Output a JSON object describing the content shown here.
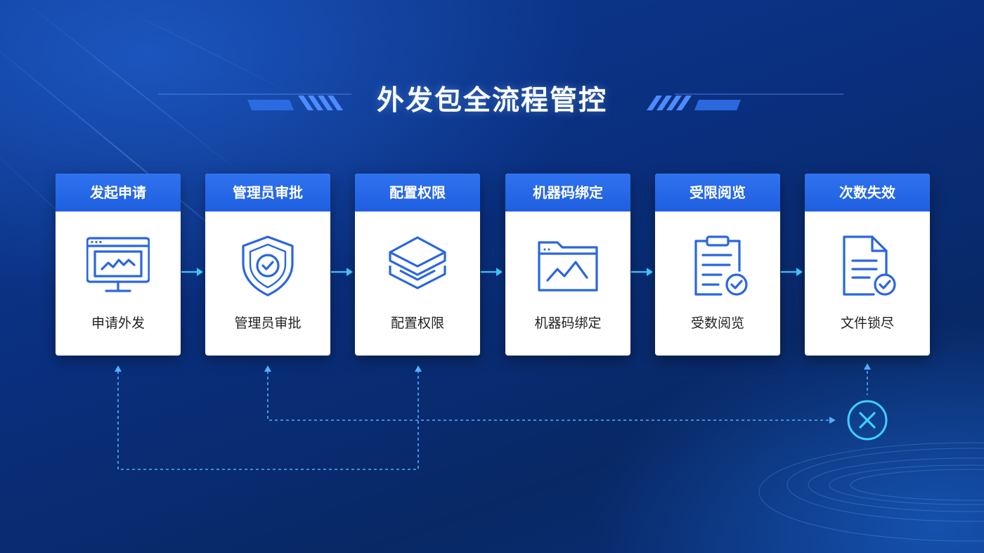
{
  "title": "外发包全流程管控",
  "steps": [
    {
      "header": "发起申请",
      "label": "申请外发",
      "icon": "monitor-chart-icon"
    },
    {
      "header": "管理员审批",
      "label": "管理员审批",
      "icon": "shield-check-icon"
    },
    {
      "header": "配置权限",
      "label": "配置权限",
      "icon": "layers-icon"
    },
    {
      "header": "机器码绑定",
      "label": "机器码绑定",
      "icon": "folder-image-icon"
    },
    {
      "header": "受限阅览",
      "label": "受数阅览",
      "icon": "clipboard-check-icon"
    },
    {
      "header": "次数失效",
      "label": "文件锁尽",
      "icon": "document-check-icon"
    }
  ],
  "end_marker": {
    "icon": "close-circle-icon"
  },
  "colors": {
    "accent": "#1f5fe0",
    "icon_stroke": "#2a66e0",
    "connector": "#3fc2f5",
    "dashed_line": "#4fb0ff",
    "background": "#0a2f7f"
  }
}
